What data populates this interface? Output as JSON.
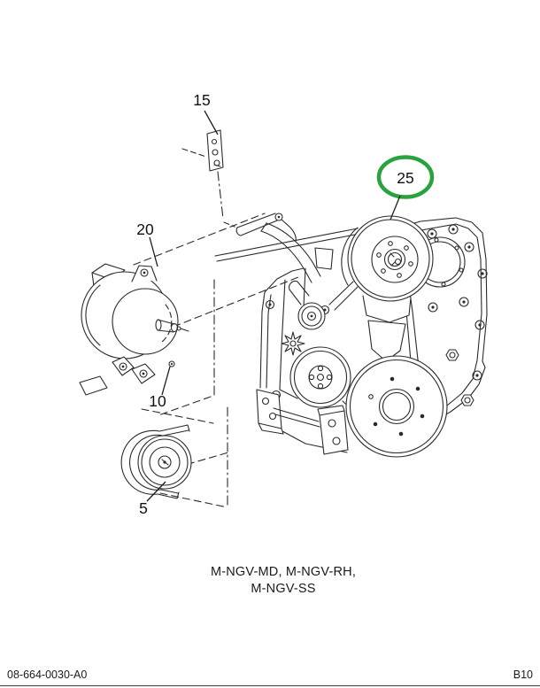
{
  "figure": {
    "caption_line1": "M-NGV-MD, M-NGV-RH,",
    "caption_line2": "M-NGV-SS",
    "highlight_color": "#2aa23f",
    "callouts": [
      {
        "part": "15",
        "label": "15",
        "highlighted": false
      },
      {
        "part": "20",
        "label": "20",
        "highlighted": false
      },
      {
        "part": "25",
        "label": "25",
        "highlighted": true
      },
      {
        "part": "10",
        "label": "10",
        "highlighted": false
      },
      {
        "part": "5",
        "label": "5",
        "highlighted": false
      }
    ]
  },
  "footer": {
    "document_number": "08-664-0030-A0",
    "page_code": "B10"
  }
}
